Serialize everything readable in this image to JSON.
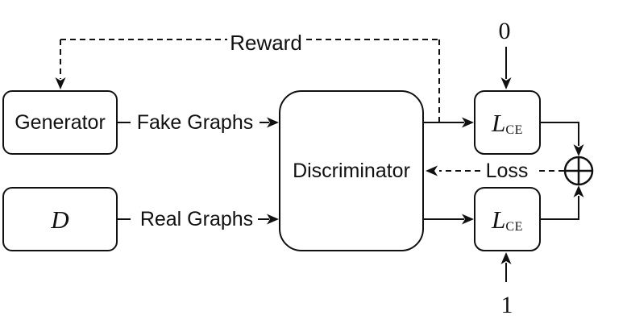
{
  "colors": {
    "stroke": "#111111",
    "background": "#ffffff"
  },
  "nodes": {
    "generator": {
      "label": "Generator"
    },
    "dataset": {
      "label": "D"
    },
    "discriminator": {
      "label": "Discriminator"
    },
    "loss_top": {
      "symbol": "L",
      "subscript": "CE"
    },
    "loss_bottom": {
      "symbol": "L",
      "subscript": "CE"
    }
  },
  "labels": {
    "reward": "Reward",
    "fake_graphs": "Fake Graphs",
    "real_graphs": "Real Graphs",
    "loss": "Loss",
    "target_fake": "0",
    "target_real": "1"
  }
}
